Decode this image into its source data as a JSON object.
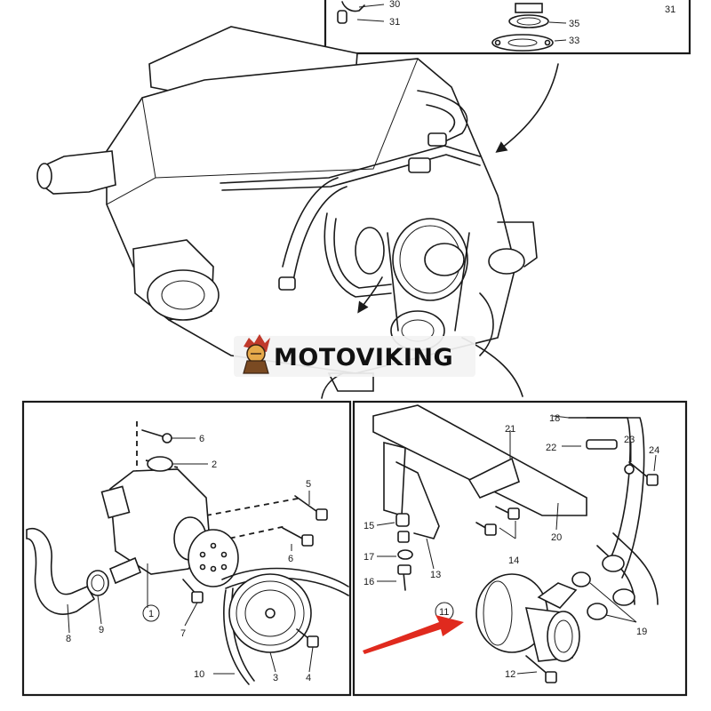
{
  "brand": {
    "name": "MOTOVIKING"
  },
  "insets": {
    "top": {
      "labels": [
        "30",
        "31",
        "35",
        "33",
        "31"
      ]
    },
    "left": {
      "labels": [
        "6",
        "2",
        "5",
        "6",
        "1",
        "7",
        "8",
        "9",
        "10",
        "3",
        "4"
      ]
    },
    "right": {
      "labels": [
        "18",
        "21",
        "22",
        "23",
        "24",
        "15",
        "14",
        "17",
        "16",
        "13",
        "20",
        "11",
        "19",
        "12"
      ]
    }
  },
  "colors": {
    "pointer_arrow": "#e02a1e",
    "line": "#1a1a1a",
    "logo_bg": "#f3f3f3"
  }
}
